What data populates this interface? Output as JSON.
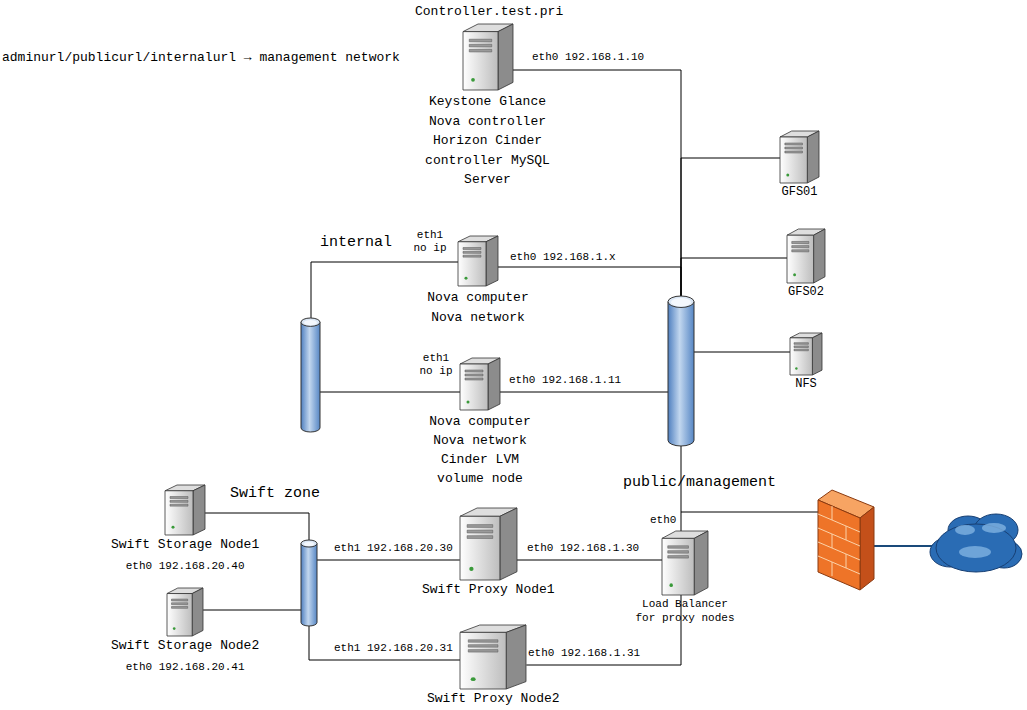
{
  "diagram": {
    "nodes": [
      {
        "text": [
          "Controller.test.pri",
          "Keystone Glance Nova controller Horizon Cinder controller MySQL Server"
        ]
      },
      {
        "text": [
          "GFS01"
        ]
      },
      {
        "text": [
          "internal"
        ]
      },
      {
        "text": [
          "Nova computer Nova network"
        ]
      },
      {
        "text": [
          "GFS02"
        ]
      },
      {
        "text": [
          "NFS"
        ]
      },
      {
        "text": [
          "Nova computer Nova network Cinder LVM volume node"
        ]
      },
      {
        "text": [
          "public/management"
        ]
      },
      {
        "text": [
          "Swift zone"
        ]
      },
      {
        "text": [
          "Swift Storage Node1",
          "eth0 192.168.20.40"
        ]
      },
      {
        "text": [
          "Swift Proxy Node1"
        ]
      },
      {
        "text": [
          "Load Balancer for proxy nodes"
        ]
      },
      {
        "text": [
          "Swift Storage Node2",
          "eth0 192.168.20.41"
        ]
      },
      {
        "text": [
          "Swift Proxy Node2"
        ]
      }
    ],
    "edges": [
      {
        "from": 0,
        "to": 7,
        "arrow": "none",
        "label": "eth0 192.168.1.10"
      },
      {
        "from": 1,
        "to": 7,
        "arrow": "none"
      },
      {
        "from": 4,
        "to": 7,
        "arrow": "none"
      },
      {
        "from": 3,
        "to": 7,
        "arrow": "none",
        "label": "eth0 192.168.1.x"
      },
      {
        "from": 3,
        "to": 2,
        "arrow": "none",
        "label": "eth1 no ip"
      },
      {
        "from": 5,
        "to": 7,
        "arrow": "none"
      },
      {
        "from": 6,
        "to": 7,
        "arrow": "none",
        "label": "eth0 192.168.1.11"
      },
      {
        "from": 6,
        "to": 2,
        "arrow": "none",
        "label": "eth1 no ip"
      },
      {
        "from": 11,
        "to": 7,
        "arrow": "none",
        "label": "eth0"
      },
      {
        "from": 10,
        "to": 11,
        "arrow": "none",
        "label": "eth0 192.168.1.30"
      },
      {
        "from": 13,
        "to": 11,
        "arrow": "none",
        "label": "eth0 192.168.1.31"
      },
      {
        "from": 10,
        "to": 8,
        "arrow": "none",
        "label": "eth1 192.168.20.30"
      },
      {
        "from": 13,
        "to": 8,
        "arrow": "none",
        "label": "eth1 192.168.20.31"
      },
      {
        "from": 9,
        "to": 8,
        "arrow": "none"
      },
      {
        "from": 12,
        "to": 8,
        "arrow": "none"
      }
    ],
    "labels": [
      "adminurl/publicurl/internalurl → management network"
    ]
  }
}
